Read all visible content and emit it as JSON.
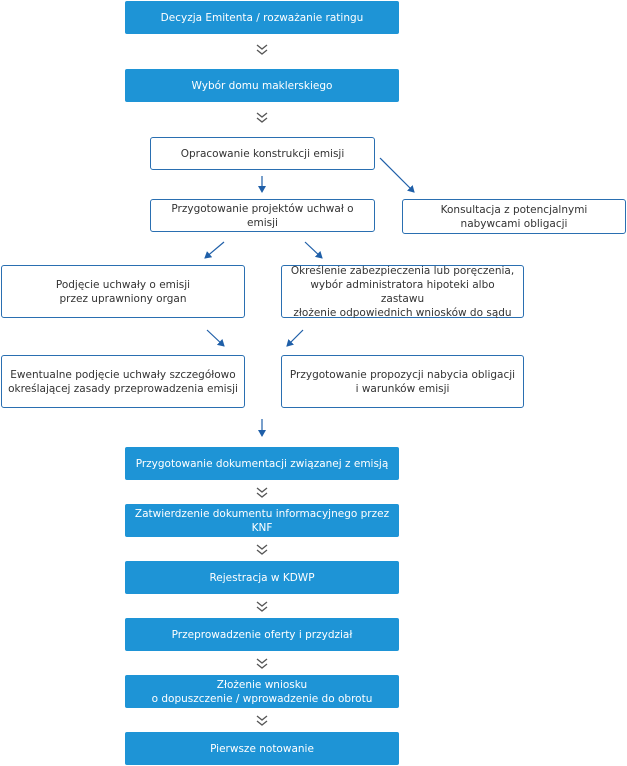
{
  "colors": {
    "accent": "#1e94d6",
    "border": "#2a6fb1",
    "arrow": "#1f5fa8"
  },
  "steps": {
    "decision": "Decyzja Emitenta / rozważanie ratingu",
    "broker": "Wybór domu maklerskiego",
    "construction": "Opracowanie konstrukcji emisji",
    "consultation_1": "Konsultacja z potencjalnymi",
    "consultation_2": "nabywcami obligacji",
    "resolutions": "Przygotowanie projektów uchwał o emisji",
    "resolution_adopt_1": "Podjęcie uchwały o emisji",
    "resolution_adopt_2": "przez uprawniony organ",
    "security_1": "Określenie zabezpieczenia lub poręczenia,",
    "security_2": "wybór  administratora hipoteki albo zastawu",
    "security_3": "złożenie odpowiednich wniosków do sądu",
    "detailed_1": "Ewentualne podjęcie uchwały szczegółowo",
    "detailed_2": "określającej zasady przeprowadzenia emisji",
    "proposal_1": "Przygotowanie propozycji nabycia obligacji",
    "proposal_2": "i warunków emisji",
    "documentation": "Przygotowanie dokumentacji związanej z emisją",
    "approval": "Zatwierdzenie dokumentu informacyjnego przez KNF",
    "registration": "Rejestracja w KDWP",
    "offering": "Przeprowadzenie oferty i przydział",
    "application_1": "Złożenie wniosku",
    "application_2": "o  dopuszczenie / wprowadzenie do obrotu",
    "listing": "Pierwsze notowanie"
  }
}
